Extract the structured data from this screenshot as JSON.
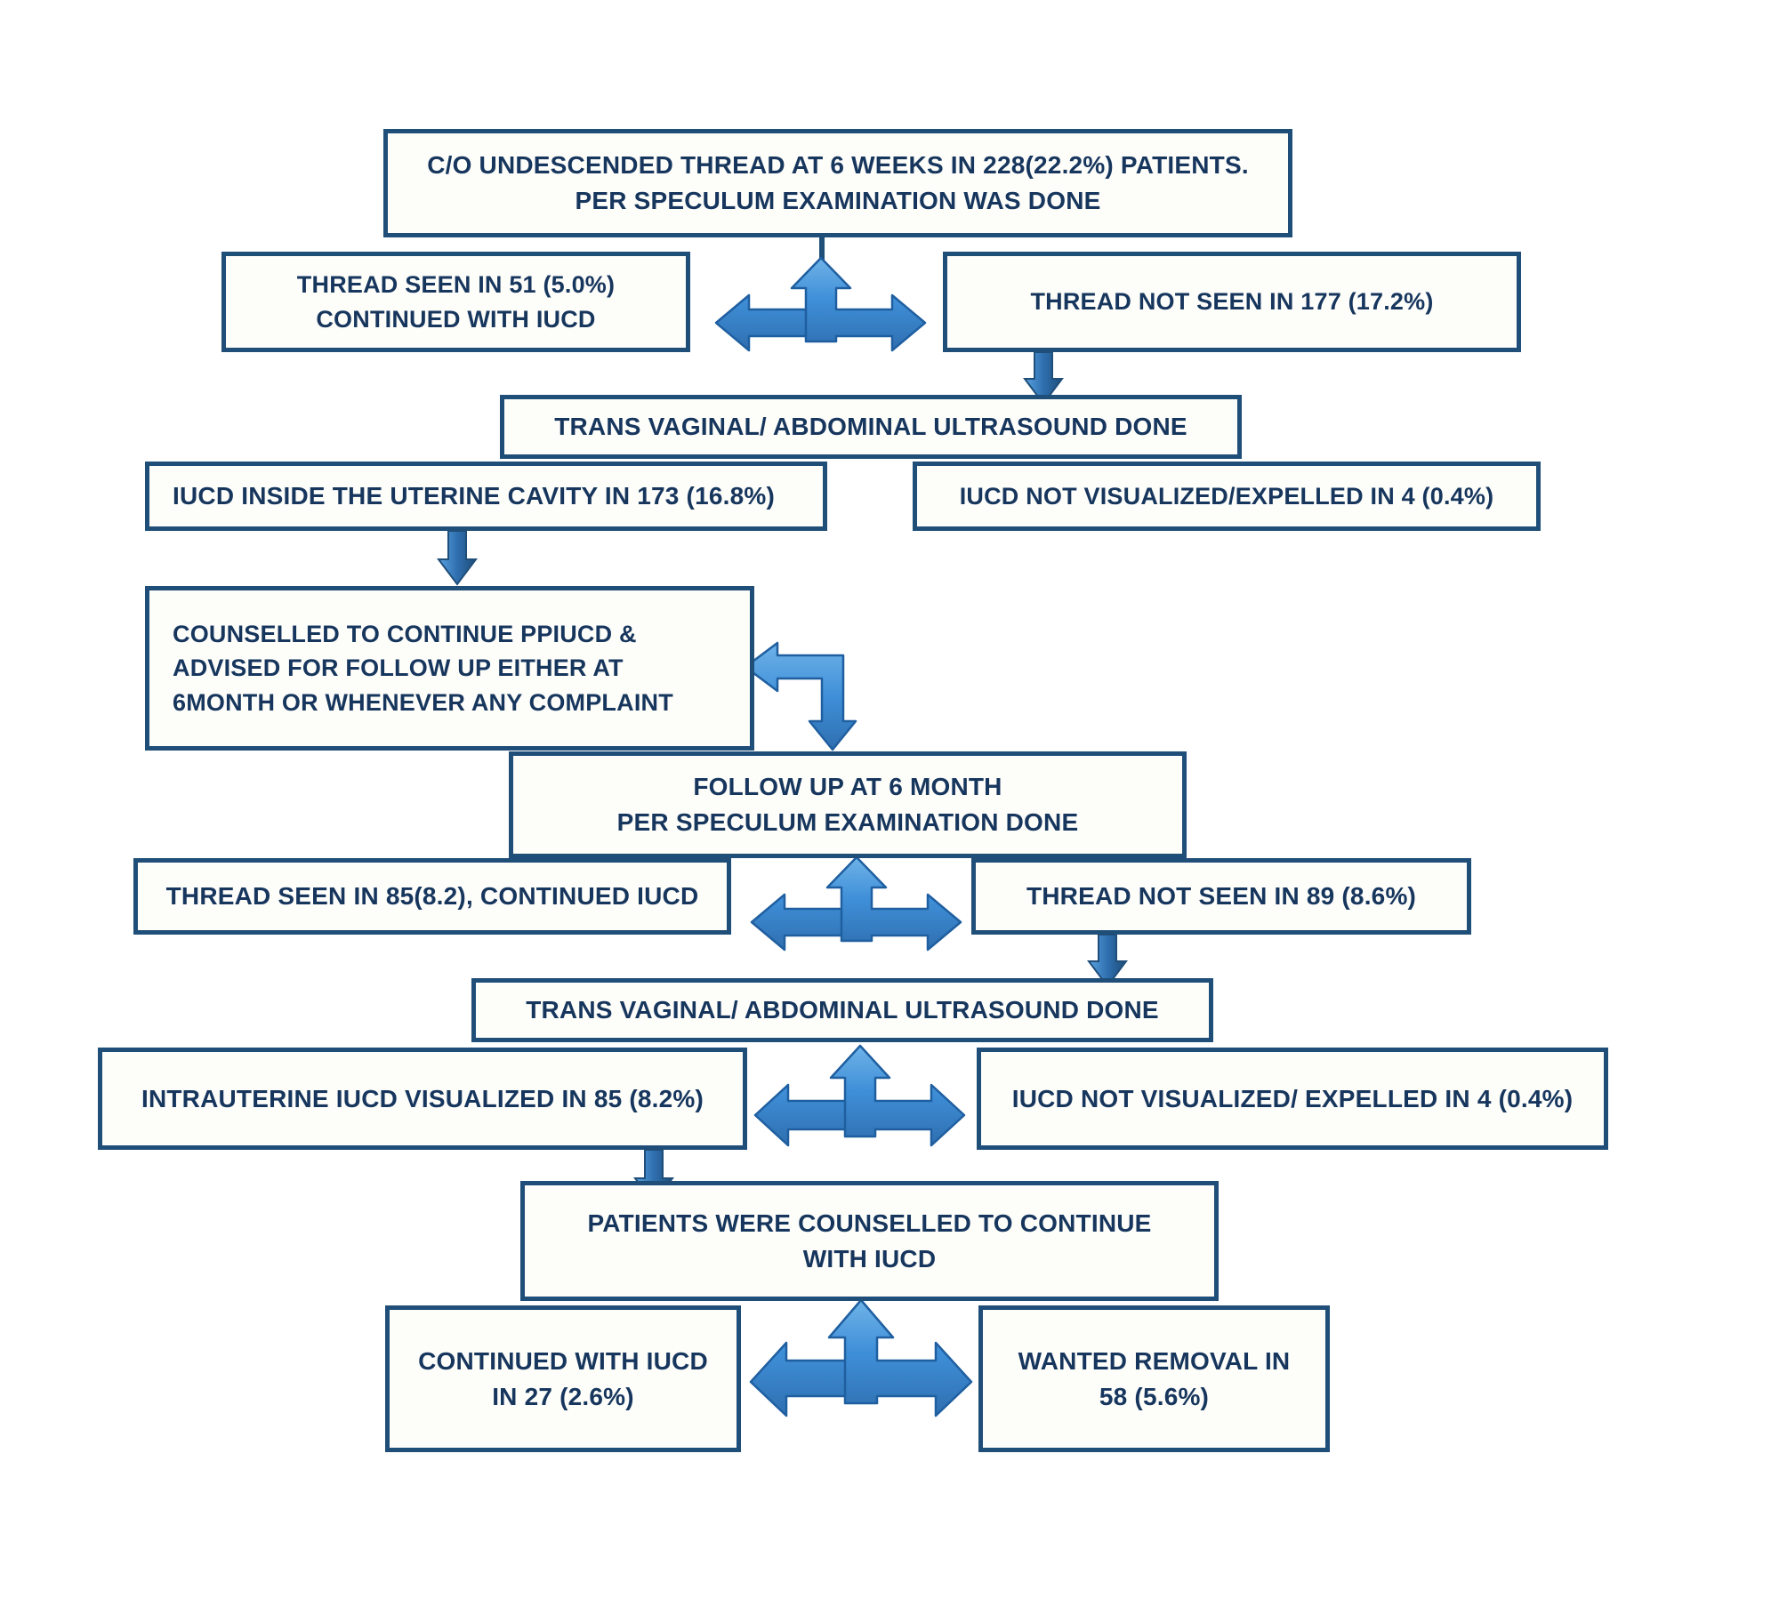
{
  "diagram": {
    "title": "PPIUCD follow-up flowchart",
    "colors": {
      "box_border": "#1f4e79",
      "box_fill": "#fdfdfa",
      "text": "#17365d",
      "arrow_fill": "#3f8fd8",
      "arrow_stroke": "#1f4e79"
    },
    "nodes": {
      "complaint": {
        "id": "complaint",
        "lines": [
          "C/O UNDESCENDED THREAD AT 6 WEEKS IN 228(22.2%)  PATIENTS.",
          "PER SPECULUM EXAMINATION WAS DONE"
        ]
      },
      "thread_seen_6w": {
        "id": "thread-seen-6-weeks",
        "lines": [
          "THREAD SEEN IN 51 (5.0%)",
          "CONTINUED WITH IUCD"
        ]
      },
      "thread_not_seen_6w": {
        "id": "thread-not-seen-6-weeks",
        "lines": [
          "THREAD NOT SEEN IN 177 (17.2%)"
        ]
      },
      "ultrasound_1": {
        "id": "ultrasound-done-1",
        "lines": [
          "TRANS VAGINAL/ ABDOMINAL ULTRASOUND DONE"
        ]
      },
      "iucd_inside": {
        "id": "iucd-inside-uterine-cavity",
        "lines": [
          "IUCD INSIDE THE UTERINE CAVITY IN 173 (16.8%)"
        ]
      },
      "iucd_not_visualized_1": {
        "id": "iucd-not-visualized-1",
        "lines": [
          "IUCD NOT VISUALIZED/EXPELLED IN 4 (0.4%)"
        ]
      },
      "counselled_continue": {
        "id": "counselled-to-continue-ppiucd",
        "lines": [
          "COUNSELLED TO CONTINUE PPIUCD &",
          "ADVISED FOR FOLLOW UP EITHER AT",
          "6MONTH OR WHENEVER ANY COMPLAINT"
        ]
      },
      "followup_6m": {
        "id": "follow-up-at-6-month",
        "lines": [
          "FOLLOW UP AT 6 MONTH",
          "PER SPECULUM EXAMINATION DONE"
        ]
      },
      "thread_seen_6m": {
        "id": "thread-seen-6-month",
        "lines": [
          "THREAD SEEN IN 85(8.2), CONTINUED IUCD"
        ]
      },
      "thread_not_seen_6m": {
        "id": "thread-not-seen-6-month",
        "lines": [
          "THREAD NOT SEEN IN 89 (8.6%)"
        ]
      },
      "ultrasound_2": {
        "id": "ultrasound-done-2",
        "lines": [
          "TRANS VAGINAL/ ABDOMINAL ULTRASOUND DONE"
        ]
      },
      "intrauterine_visualized": {
        "id": "intrauterine-iucd-visualized",
        "lines": [
          "INTRAUTERINE IUCD VISUALIZED IN 85 (8.2%)"
        ]
      },
      "iucd_not_visualized_2": {
        "id": "iucd-not-visualized-2",
        "lines": [
          "IUCD NOT VISUALIZED/ EXPELLED IN 4 (0.4%)"
        ]
      },
      "patients_counselled": {
        "id": "patients-were-counselled",
        "lines": [
          "PATIENTS WERE COUNSELLED TO CONTINUE",
          "WITH IUCD"
        ]
      },
      "continued_iucd": {
        "id": "continued-with-iucd",
        "lines": [
          "CONTINUED WITH IUCD",
          "IN 27 (2.6%)"
        ]
      },
      "wanted_removal": {
        "id": "wanted-removal",
        "lines": [
          "WANTED REMOVAL IN",
          "58 (5.6%)"
        ]
      }
    }
  }
}
